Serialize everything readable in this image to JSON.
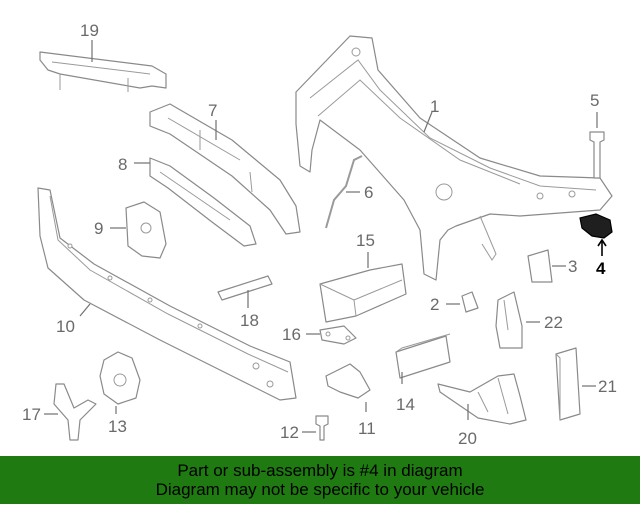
{
  "callouts": {
    "c1": "1",
    "c2": "2",
    "c3": "3",
    "c4": "4",
    "c5": "5",
    "c6": "6",
    "c7": "7",
    "c8": "8",
    "c9": "9",
    "c10": "10",
    "c11": "11",
    "c12": "12",
    "c13": "13",
    "c14": "14",
    "c15": "15",
    "c16": "16",
    "c17": "17",
    "c18": "18",
    "c19": "19",
    "c20": "20",
    "c21": "21",
    "c22": "22"
  },
  "banner": {
    "line1": "Part or sub-assembly is #4 in diagram",
    "line2": "Diagram may not be specific to your vehicle",
    "background": "#1f7a12"
  },
  "colors": {
    "highlight_part": "#1f1f1f",
    "line_art": "#8a8a8a"
  }
}
